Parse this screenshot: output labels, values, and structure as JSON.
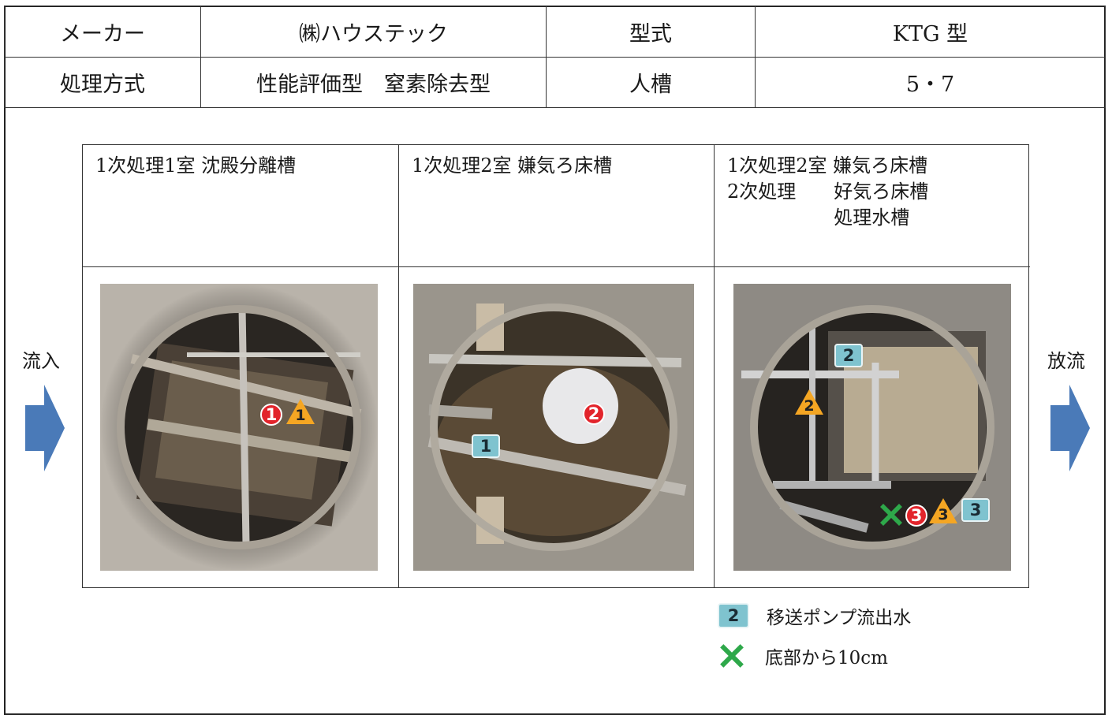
{
  "spec_table": {
    "row1": {
      "maker_label": "メーカー",
      "maker_value": "㈱ハウステック",
      "model_label": "型式",
      "model_value": "KTG 型"
    },
    "row2": {
      "method_label": "処理方式",
      "method_value": "性能評価型　窒素除去型",
      "persons_label": "人槽",
      "persons_value": "5・7"
    }
  },
  "flow": {
    "inflow_label": "流入",
    "outflow_label": "放流"
  },
  "tanks": [
    {
      "header_lines": [
        "1次処理1室 沈殿分離槽"
      ]
    },
    {
      "header_lines": [
        "1次処理2室 嫌気ろ床槽"
      ]
    },
    {
      "header_lines": [
        "1次処理2室 嫌気ろ床槽",
        "2次処理　　好気ろ床槽",
        "　　　　　  処理水槽"
      ]
    }
  ],
  "markers": {
    "photo1": {
      "circle": "1",
      "triangle": "1"
    },
    "photo2": {
      "circle": "2",
      "square": "1"
    },
    "photo3": {
      "square_top": "2",
      "triangle": "2",
      "circle": "3",
      "triangle_bottom": "3",
      "square_bottom": "3"
    }
  },
  "legend": {
    "pump_icon_number": "2",
    "pump_text": "移送ポンプ流出水",
    "bottom_text": "底部から10cm"
  },
  "colors": {
    "arrow": "#4a7ab8",
    "circle_marker": "#e2242b",
    "triangle_marker": "#f5a623",
    "square_marker": "#7fc3cf",
    "x_marker": "#2ea84a"
  }
}
